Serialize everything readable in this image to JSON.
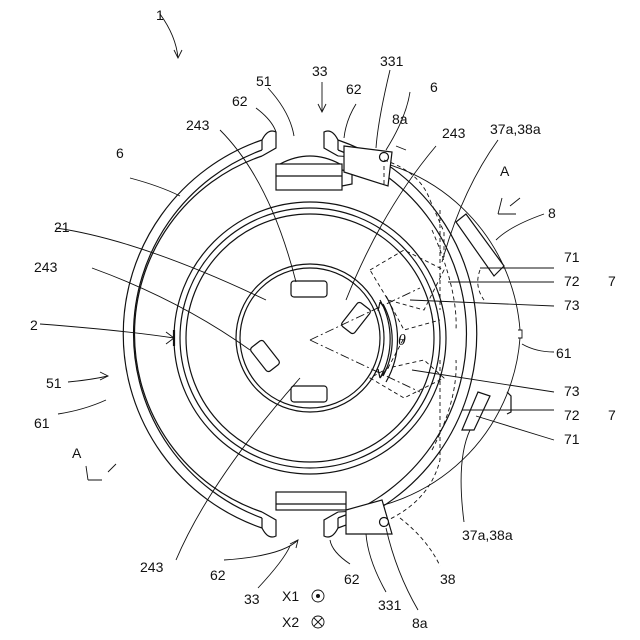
{
  "labels": {
    "fig_ref": "1",
    "center_ref": "33",
    "r51_top": "51",
    "r62_top_left": "62",
    "r62_top_right": "62",
    "r331_top": "331",
    "r6_top_right": "6",
    "r8a_top": "8a",
    "r243_top_left": "243",
    "r243_top_right": "243",
    "r37_top": "37a,38a",
    "r6_left": "6",
    "r8": "8",
    "rA_top": "A",
    "r21": "21",
    "r243_left": "243",
    "r71_upper": "71",
    "r72_upper": "72",
    "r73_upper": "73",
    "r7_upper": "7",
    "r2": "2",
    "theta": "θ",
    "r61_right": "61",
    "r51_left": "51",
    "r61_left": "61",
    "r73_lower": "73",
    "r72_lower": "72",
    "r71_lower": "71",
    "r7_lower": "7",
    "rA_bottom": "A",
    "r37_bottom": "37a,38a",
    "r243_bottom": "243",
    "r62_bottom_left": "62",
    "r62_bottom_right": "62",
    "r38": "38",
    "r33_bottom": "33",
    "r331_bottom": "331",
    "rX1": "X1",
    "rX2": "X2",
    "r8a_bottom": "8a"
  }
}
